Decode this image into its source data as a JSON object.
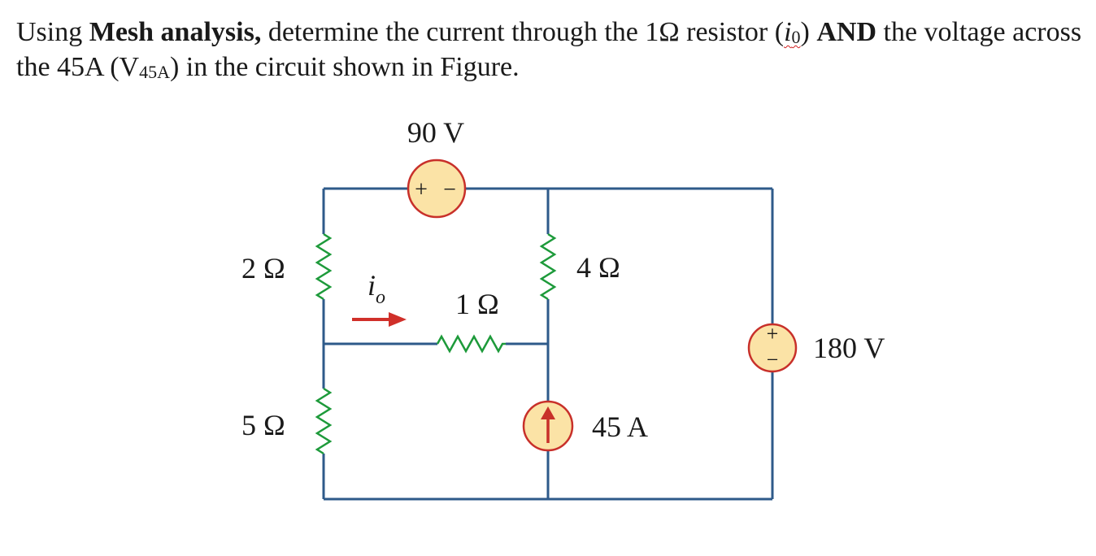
{
  "question": {
    "part1": "Using ",
    "bold1": "Mesh analysis,",
    "part2": " determine the current through the 1Ω resistor (",
    "io_i": "i",
    "io_sub": "0",
    "part3": ") ",
    "bold2": "AND",
    "part4": " the voltage across the 45A (V",
    "v_sub": "45A",
    "part5": ") in the circuit shown in Figure."
  },
  "circuit": {
    "source_90v_label": "90 V",
    "source_90v_plus": "+",
    "source_90v_minus": "−",
    "source_180v_label": "180 V",
    "source_180v_plus": "+",
    "source_180v_minus": "−",
    "current_source_label": "45 A",
    "r_2ohm_label": "2 Ω",
    "r_5ohm_label": "5 Ω",
    "r_1ohm_label": "1 Ω",
    "r_4ohm_label": "4 Ω",
    "io_label_i": "i",
    "io_label_o": "o"
  },
  "colors": {
    "wire": "#2e5a8a",
    "resistor": "#1d9a3a",
    "source_fill": "#fbe3a6",
    "source_stroke": "#c8302a",
    "arrow": "#d0302a"
  }
}
